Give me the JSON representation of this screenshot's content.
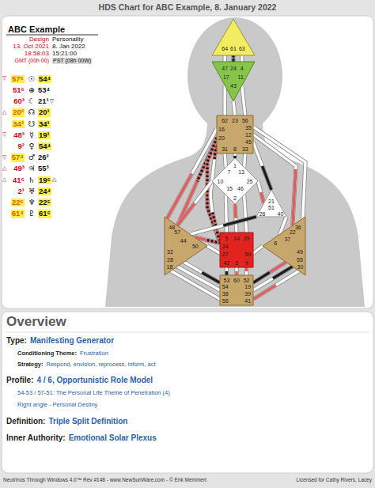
{
  "diagram": {
    "title": "HDS Chart for ABC Example, 8. January 2022",
    "nodes": [
      {
        "text": [
          "64",
          "61",
          "63"
        ]
      },
      {
        "text": [
          "47",
          "24",
          "4",
          "17",
          "11",
          "43"
        ]
      },
      {
        "text": [
          "62",
          "23",
          "56",
          "16",
          "35",
          "12",
          "20",
          "45",
          "31",
          "8",
          "33"
        ]
      },
      {
        "text": [
          "1",
          "7",
          "13",
          "10",
          "25",
          "15",
          "46",
          "2"
        ]
      },
      {
        "text": [
          "21",
          "51",
          "26",
          "40"
        ]
      },
      {
        "text": [
          "48",
          "57",
          "44",
          "50",
          "32",
          "28",
          "18"
        ]
      },
      {
        "text": [
          "5",
          "14",
          "29",
          "34",
          "27",
          "59",
          "42",
          "3",
          "9"
        ]
      },
      {
        "text": [
          "36",
          "22",
          "37",
          "6",
          "49",
          "55",
          "30"
        ]
      },
      {
        "text": [
          "53",
          "60",
          "52",
          "54",
          "19",
          "38",
          "39",
          "58",
          "41"
        ]
      }
    ],
    "edges": [
      {
        "from": 0,
        "to": 1,
        "arrow": "none"
      },
      {
        "from": 0,
        "to": 1,
        "arrow": "none"
      },
      {
        "from": 0,
        "to": 1,
        "arrow": "none"
      },
      {
        "from": 1,
        "to": 2,
        "arrow": "none"
      },
      {
        "from": 1,
        "to": 2,
        "arrow": "none"
      },
      {
        "from": 1,
        "to": 2,
        "arrow": "none"
      },
      {
        "from": 2,
        "to": 3,
        "arrow": "none"
      },
      {
        "from": 2,
        "to": 3,
        "arrow": "none"
      },
      {
        "from": 2,
        "to": 3,
        "arrow": "none"
      },
      {
        "from": 2,
        "to": 3,
        "arrow": "none"
      },
      {
        "from": 2,
        "to": 4,
        "arrow": "none"
      },
      {
        "from": 2,
        "to": 5,
        "arrow": "none"
      },
      {
        "from": 2,
        "to": 5,
        "arrow": "none"
      },
      {
        "from": 2,
        "to": 6,
        "arrow": "none"
      },
      {
        "from": 2,
        "to": 7,
        "arrow": "none"
      },
      {
        "from": 2,
        "to": 7,
        "arrow": "none"
      },
      {
        "from": 3,
        "to": 4,
        "arrow": "none"
      },
      {
        "from": 3,
        "to": 6,
        "arrow": "none"
      },
      {
        "from": 3,
        "to": 6,
        "arrow": "none"
      },
      {
        "from": 3,
        "to": 6,
        "arrow": "none"
      },
      {
        "from": 3,
        "to": 6,
        "arrow": "none"
      },
      {
        "from": 3,
        "to": 5,
        "arrow": "none"
      },
      {
        "from": 4,
        "to": 5,
        "arrow": "none"
      },
      {
        "from": 4,
        "to": 7,
        "arrow": "none"
      },
      {
        "from": 5,
        "to": 6,
        "arrow": "none"
      },
      {
        "from": 5,
        "to": 6,
        "arrow": "none"
      },
      {
        "from": 5,
        "to": 8,
        "arrow": "none"
      },
      {
        "from": 5,
        "to": 8,
        "arrow": "none"
      },
      {
        "from": 5,
        "to": 8,
        "arrow": "none"
      },
      {
        "from": 6,
        "to": 8,
        "arrow": "none"
      },
      {
        "from": 6,
        "to": 8,
        "arrow": "none"
      },
      {
        "from": 6,
        "to": 8,
        "arrow": "none"
      },
      {
        "from": 7,
        "to": 6,
        "arrow": "none"
      },
      {
        "from": 7,
        "to": 8,
        "arrow": "none"
      },
      {
        "from": 7,
        "to": 8,
        "arrow": "none"
      },
      {
        "from": 7,
        "to": 8,
        "arrow": "none"
      }
    ],
    "labels": [
      "ABC Example",
      "Design",
      "Personality",
      "13. Oct 2021",
      "8. Jan 2022",
      "18:58:03",
      "15:21:00",
      "GMT (00h 00)",
      "PST (08h 00W)",
      "▽",
      "57⁶",
      "☉",
      "54⁴",
      "51⁶",
      "⊕",
      "53⁴",
      "60³",
      "☾",
      "21¹",
      "▽",
      "△",
      "20³",
      "☊",
      "20¹",
      "34³",
      "☋",
      "34¹",
      "▽",
      "48³",
      "☿",
      "19¹",
      "9²",
      "♀",
      "54⁴",
      "▽",
      "57⁴",
      "♂",
      "26²",
      "△",
      "49³",
      "♃",
      "55³",
      "△",
      "41⁶",
      "♄",
      "19⁶",
      "△",
      "2¹",
      "♅",
      "24⁴",
      "22⁵",
      "♆",
      "22⁵",
      "61⁴",
      "♇",
      "61⁶",
      "Overview",
      "Type:",
      "Manifesting Generator",
      "Conditioning Theme:",
      "Frustration",
      "Strategy:",
      "Respond, envision, reprocess, inform, act",
      "Profile:",
      "4 / 6, Opportunistic Role Model",
      "54-53 / 57-51: The Personal Life Theme of Penetration (4)",
      "Right angle - Personal Destiny",
      "Definition:",
      "Triple Split Definition",
      "Inner Authority:",
      "Emotional Solar Plexus",
      "Neutrinos Through Windows 4.0™ Rev #148 - www.NewSunWare.com - © Erik Memmert",
      "Licensed for Cathy Rivers, Lacey"
    ]
  }
}
